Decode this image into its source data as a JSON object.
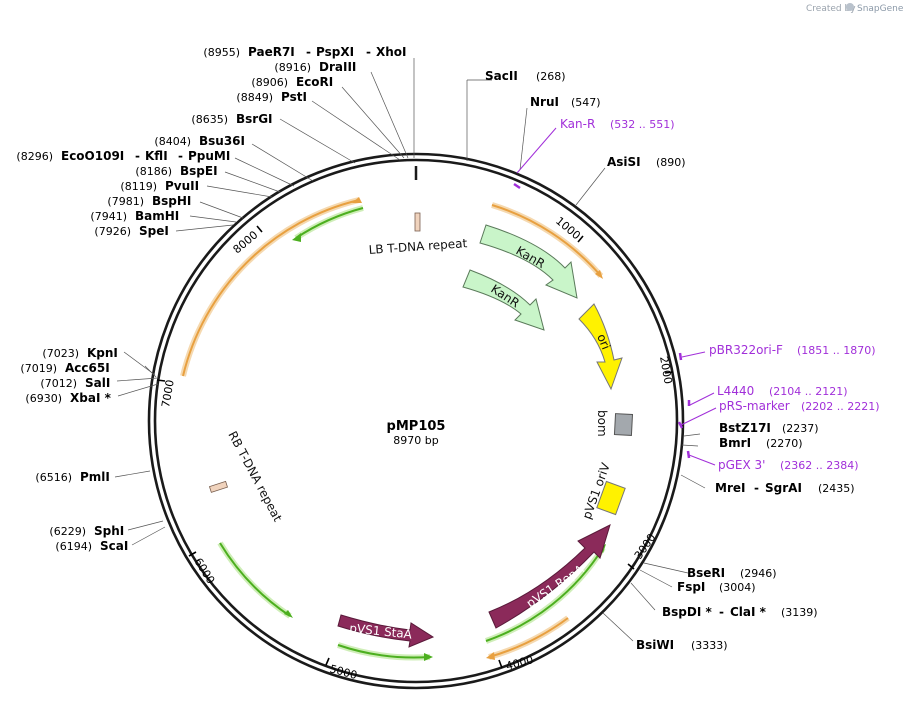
{
  "plasmid": {
    "name": "pMP105",
    "length_label": "8970 bp"
  },
  "credit": {
    "prefix": "Created by",
    "brand": "SnapGene"
  },
  "ticks": [
    "1000",
    "2000",
    "3000",
    "4000",
    "5000",
    "6000",
    "7000",
    "8000"
  ],
  "sites": {
    "paer7i": "PaeR7I",
    "paer7i_pos": "(8955)",
    "pspxi": "PspXI",
    "xhoi": "XhoI",
    "draiii": "DraIII",
    "draiii_pos": "(8916)",
    "ecori": "EcoRI",
    "ecori_pos": "(8906)",
    "psti": "PstI",
    "psti_pos": "(8849)",
    "bsrgi": "BsrGI",
    "bsrgi_pos": "(8635)",
    "bsu36i": "Bsu36I",
    "bsu36i_pos": "(8404)",
    "ecoo109i": "EcoO109I",
    "ecoo109i_pos": "(8296)",
    "kfli": "KflI",
    "ppumi": "PpuMI",
    "bspei": "BspEI",
    "bspei_pos": "(8186)",
    "pvuii": "PvuII",
    "pvuii_pos": "(8119)",
    "bsphi": "BspHI",
    "bsphi_pos": "(7981)",
    "bamhi": "BamHI",
    "bamhi_pos": "(7941)",
    "spei": "SpeI",
    "spei_pos": "(7926)",
    "kpni": "KpnI",
    "kpni_pos": "(7023)",
    "acc65i": "Acc65I",
    "acc65i_pos": "(7019)",
    "sali": "SalI",
    "sali_pos": "(7012)",
    "xbai": "XbaI *",
    "xbai_pos": "(6930)",
    "pmli": "PmlI",
    "pmli_pos": "(6516)",
    "sphi": "SphI",
    "sphi_pos": "(6229)",
    "scai": "ScaI",
    "scai_pos": "(6194)",
    "sacii": "SacII",
    "sacii_pos": "(268)",
    "nrui": "NruI",
    "nrui_pos": "(547)",
    "asisi": "AsiSI",
    "asisi_pos": "(890)",
    "bstz17i": "BstZ17I",
    "bstz17i_pos": "(2237)",
    "bmri": "BmrI",
    "bmri_pos": "(2270)",
    "mrei": "MreI",
    "sgrai": "SgrAI",
    "sgrai_pos": "(2435)",
    "bseri": "BseRI",
    "bseri_pos": "(2946)",
    "fspi": "FspI",
    "fspi_pos": "(3004)",
    "bspdi": "BspDI *",
    "clai": "ClaI *",
    "clai_pos": "(3139)",
    "bsiwi": "BsiWI",
    "bsiwi_pos": "(3333)"
  },
  "primers": {
    "kanr": "Kan-R",
    "kanr_range": "(532 .. 551)",
    "pbr322": "pBR322ori-F",
    "pbr322_range": "(1851 .. 1870)",
    "l4440": "L4440",
    "l4440_range": "(2104 .. 2121)",
    "prs": "pRS-marker",
    "prs_range": "(2202 .. 2221)",
    "pgex": "pGEX 3'",
    "pgex_range": "(2362 .. 2384)"
  },
  "features": {
    "lb": "LB T-DNA repeat",
    "rb": "RB T-DNA repeat",
    "kanr1": "KanR",
    "kanr2": "KanR",
    "ori": "ori",
    "bom": "bom",
    "pvs1_oriv": "pVS1 oriV",
    "pvs1_repa": "pVS1 RepA",
    "pvs1_staa": "pVS1 StaA"
  },
  "colors": {
    "backbone": "#1a1a1a",
    "primer": "#a12fd9",
    "kanr_fill": "#c9f5c9",
    "ori_fill": "#fff200",
    "bom_fill": "#a3a8ad",
    "pvs1_fill": "#8b2a5a",
    "orange_arc": "#e8a040",
    "green_arc": "#4caf1f",
    "tdna_fill": "#f0d3bd"
  }
}
